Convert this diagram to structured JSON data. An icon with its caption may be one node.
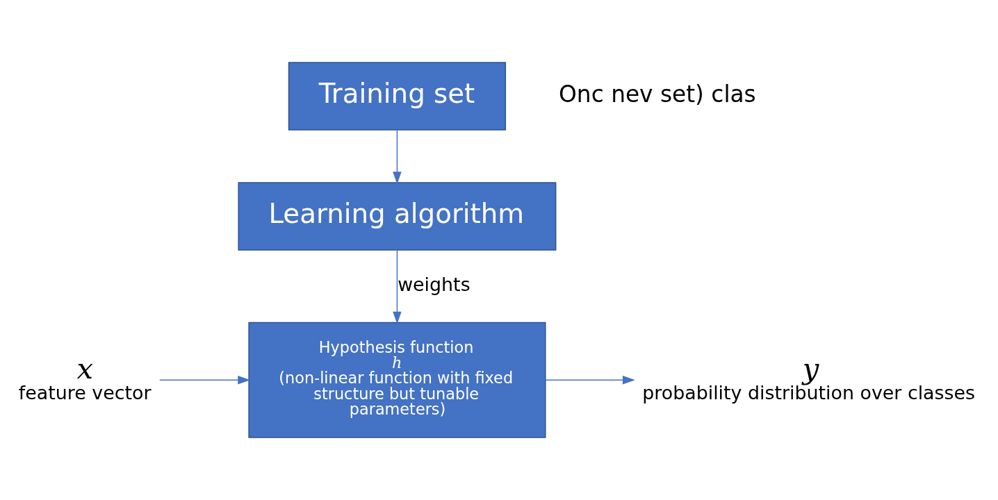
{
  "diagram": {
    "nodes": [
      {
        "text": [
          "Training set"
        ]
      },
      {
        "text": [
          "Learning algorithm"
        ]
      },
      {
        "text": [
          "Hypothesis function",
          "h",
          "(non-linear function with fixed structure but tunable parameters)"
        ]
      },
      {
        "text": [
          "x"
        ],
        "beside": [
          "feature vector"
        ]
      },
      {
        "text": [
          "y"
        ],
        "beside": [
          "probability distribution over classes"
        ]
      }
    ],
    "edges": [
      {
        "from": 0,
        "to": 1,
        "arrow": "to"
      },
      {
        "from": 1,
        "to": 2,
        "arrow": "to",
        "label": "weights"
      },
      {
        "from": 3,
        "to": 2,
        "arrow": "to"
      },
      {
        "from": 2,
        "to": 4,
        "arrow": "to"
      }
    ],
    "labels": [
      "Onc nev set) clas"
    ]
  }
}
